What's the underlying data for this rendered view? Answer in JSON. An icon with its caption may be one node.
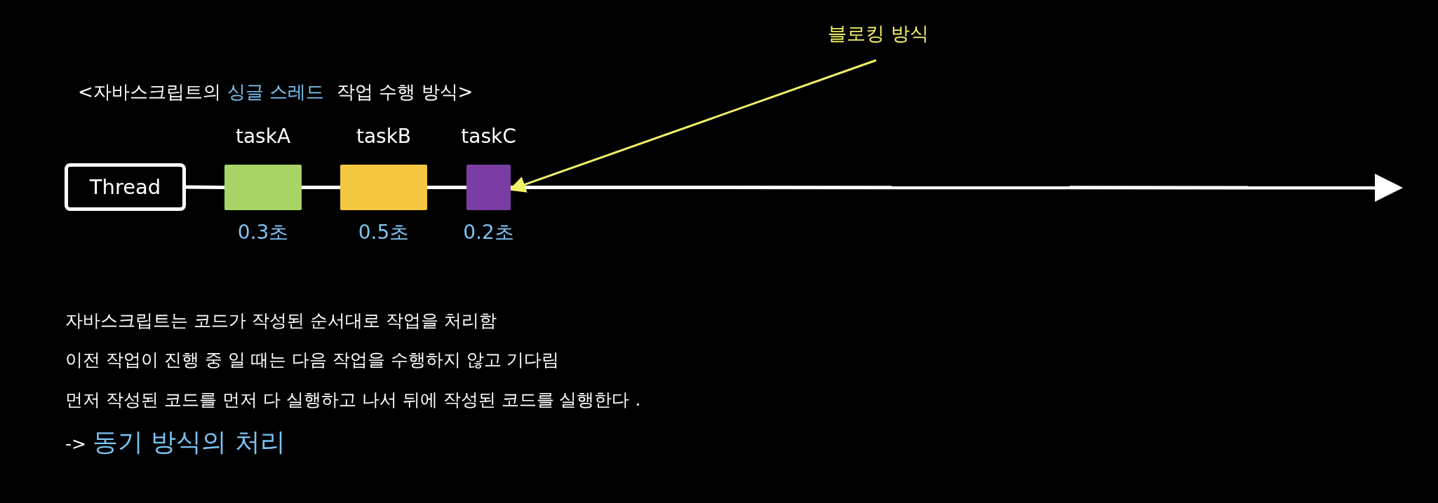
{
  "diagram": {
    "nodes": [
      {
        "text": [
          "Thread"
        ]
      },
      {
        "text": [
          "taskA"
        ],
        "beside": [
          "0.3초"
        ]
      },
      {
        "text": [
          "taskB"
        ],
        "beside": [
          "0.5초"
        ]
      },
      {
        "text": [
          "taskC"
        ],
        "beside": [
          "0.2초"
        ]
      },
      {
        "text": [
          "블로킹 방식"
        ]
      }
    ],
    "edges": [
      {
        "from": 0,
        "to": 1,
        "arrow": "none"
      },
      {
        "from": 1,
        "to": 2,
        "arrow": "none"
      },
      {
        "from": 2,
        "to": 3,
        "arrow": "none"
      },
      {
        "from": 3,
        "to": null,
        "arrow": "to"
      },
      {
        "from": 4,
        "to": 3,
        "arrow": "to",
        "color": "#f2f26a"
      }
    ],
    "labels": [
      "<자바스크립트의",
      "싱글 스레드",
      "작업 수행 방식>",
      "자바스크립트는 코드가 작성된 순서대로 작업을 처리함",
      "이전 작업이 진행 중 일 때는 다음 작업을 수행하지 않고 기다림",
      "먼저 작성된 코드를 먼저 다 실행하고 나서 뒤에 작성된 코드를 실행한다 .",
      "->",
      "동기 방식의 처리"
    ]
  }
}
